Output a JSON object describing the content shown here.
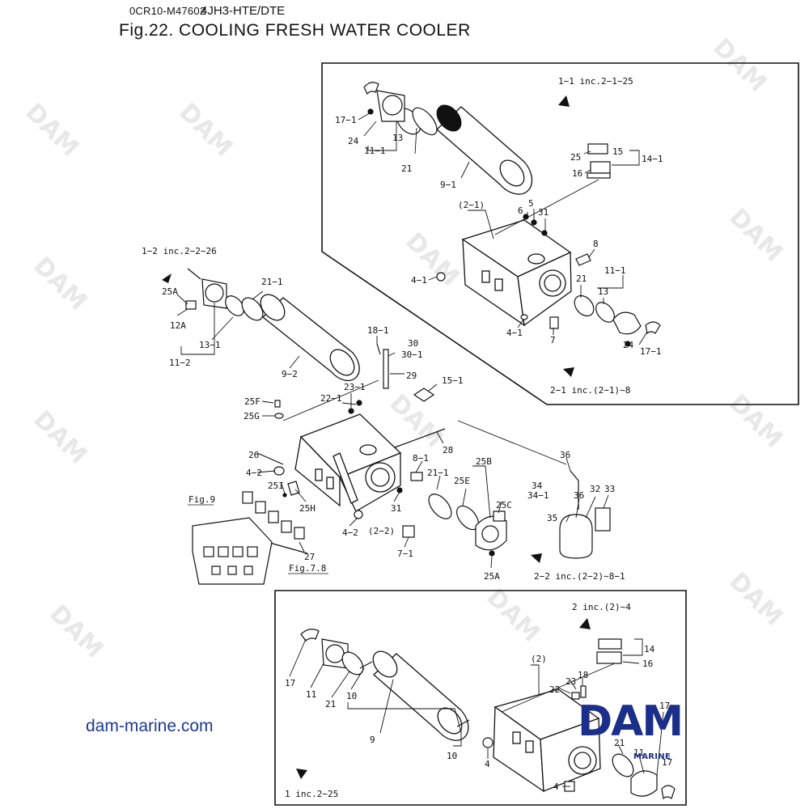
{
  "header": {
    "doc_id": "0CR10-M47602",
    "model": "4JH3-HTE/DTE",
    "title": "Fig.22.  COOLING FRESH WATER COOLER"
  },
  "watermark": "DAM",
  "website": "dam-marine.com",
  "logo": {
    "text": "DAM",
    "subtext": "MARINE",
    "color": "#1b2f8a"
  },
  "assembly_notes": {
    "a1_1": "1−1  inc.2−1∼25",
    "a2_1": "2−1  inc.(2−1)∼8",
    "a1_2": "1−2  inc.2−2∼26",
    "a2_2": "2−2  inc.(2−2)∼8−1",
    "a2": "2 inc.(2)∼4",
    "a1": "1 inc.2∼25"
  },
  "part_labels": {
    "top": [
      "17−1",
      "24",
      "11−1",
      "13",
      "21",
      "9−1",
      "25",
      "15",
      "14−1",
      "16",
      "(2−1)",
      "6",
      "5",
      "31",
      "8",
      "4−1",
      "21",
      "13",
      "11−1",
      "4−1",
      "7",
      "17−1",
      "24"
    ],
    "middle": [
      "25A",
      "12A",
      "11−2",
      "13−1",
      "21−1",
      "9−2",
      "18−1",
      "30",
      "30−1",
      "29",
      "15−1",
      "23−1",
      "22−1",
      "25F",
      "25G",
      "26",
      "4−2",
      "25I",
      "25H",
      "4−2",
      "(2−2)",
      "31",
      "8−1",
      "28",
      "21−1",
      "7−1",
      "25E",
      "25B",
      "25C",
      "25A",
      "36",
      "34",
      "34−1",
      "36",
      "32",
      "33",
      "35",
      "27"
    ],
    "bottom": [
      "17",
      "11",
      "21",
      "10",
      "9",
      "10",
      "(2)",
      "22",
      "23",
      "18",
      "14",
      "16",
      "17",
      "4",
      "4",
      "21",
      "11",
      "17"
    ]
  },
  "references": {
    "fig9": "Fig.9",
    "fig78": "Fig.7.8"
  }
}
